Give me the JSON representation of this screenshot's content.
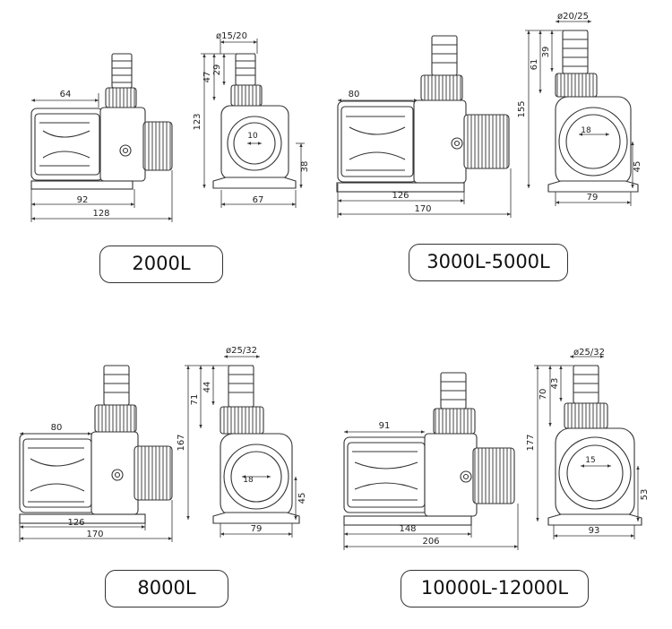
{
  "models": [
    {
      "id": "2000l",
      "label": "2000L",
      "side": {
        "width_top": "64",
        "base": "92",
        "length": "128"
      },
      "front": {
        "outlet_diameter": "ø15/20",
        "h_29": "29",
        "h_47": "47",
        "total_height": "123",
        "inlet": "10",
        "h_38": "38",
        "width": "67"
      }
    },
    {
      "id": "3000l",
      "label": "3000L-5000L",
      "side": {
        "width_top": "80",
        "base": "126",
        "length": "170"
      },
      "front": {
        "outlet_diameter": "ø20/25",
        "h_39": "39",
        "h_61": "61",
        "total_height": "155",
        "inlet": "18",
        "h_45": "45",
        "width": "79"
      }
    },
    {
      "id": "8000l",
      "label": "8000L",
      "side": {
        "width_top": "80",
        "base": "126",
        "length": "170"
      },
      "front": {
        "outlet_diameter": "ø25/32",
        "h_44": "44",
        "h_71": "71",
        "total_height": "167",
        "inlet": "18",
        "h_45": "45",
        "width": "79"
      }
    },
    {
      "id": "10000l",
      "label": "10000L-12000L",
      "side": {
        "width_top": "91",
        "base": "148",
        "length": "206"
      },
      "front": {
        "outlet_diameter": "ø25/32",
        "h_43": "43",
        "h_70": "70",
        "total_height": "177",
        "inlet": "15",
        "h_53": "53",
        "width": "93"
      }
    }
  ]
}
